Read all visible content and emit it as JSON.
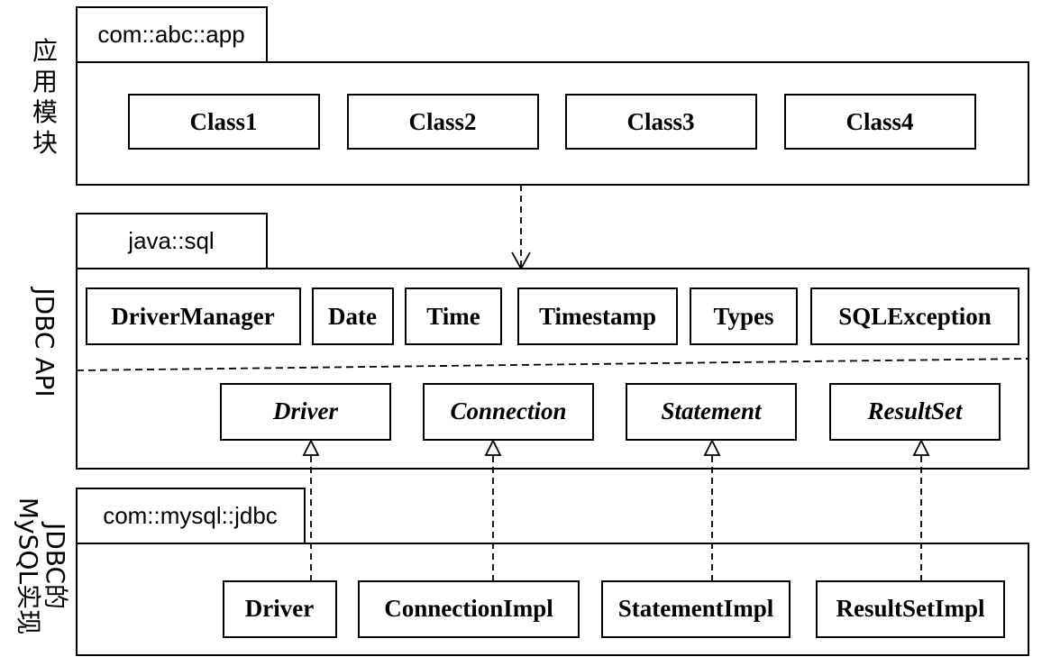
{
  "layers": [
    {
      "id": "app",
      "side_label": "应用模块",
      "package": "com::abc::app",
      "classes": [
        "Class1",
        "Class2",
        "Class3",
        "Class4"
      ]
    },
    {
      "id": "api",
      "side_label": "JDBC API",
      "package": "java::sql",
      "classes": [
        "DriverManager",
        "Date",
        "Time",
        "Timestamp",
        "Types",
        "SQLException"
      ],
      "interfaces": [
        "Driver",
        "Connection",
        "Statement",
        "ResultSet"
      ]
    },
    {
      "id": "impl",
      "side_label_lines": [
        "JDBC的",
        "MySQL实现"
      ],
      "package": "com::mysql::jdbc",
      "classes": [
        "Driver",
        "ConnectionImpl",
        "StatementImpl",
        "ResultSetImpl"
      ]
    }
  ],
  "relations": {
    "dependency": {
      "from": "com::abc::app",
      "to": "java::sql"
    },
    "realizations": [
      {
        "from": "Driver",
        "to": "Driver"
      },
      {
        "from": "ConnectionImpl",
        "to": "Connection"
      },
      {
        "from": "StatementImpl",
        "to": "Statement"
      },
      {
        "from": "ResultSetImpl",
        "to": "ResultSet"
      }
    ]
  }
}
